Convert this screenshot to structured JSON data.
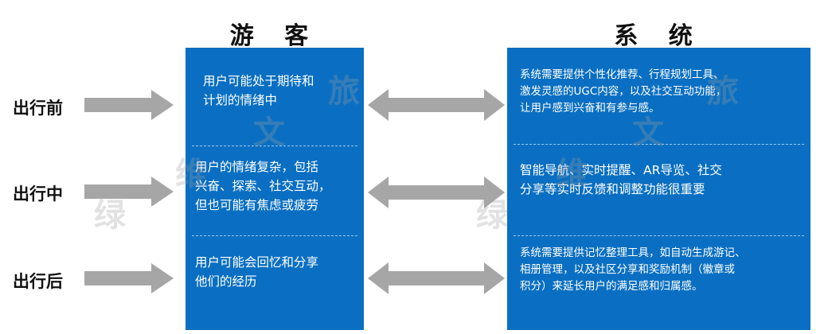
{
  "columns": {
    "tourist_title": "游 客",
    "system_title": "系 统"
  },
  "phases": [
    {
      "label": "出行前",
      "tourist": [
        "用户可能处于期待和",
        "计划的情绪中"
      ],
      "system": [
        "系统需要提供个性化推荐、行程规划工具、",
        "激发灵感的UGC内容，以及社交互动功能，",
        "让用户感到兴奋和有参与感。"
      ]
    },
    {
      "label": "出行中",
      "tourist": [
        "用户的情绪复杂，包括",
        "兴奋、探索、社交互动，",
        "但也可能有焦虑或疲劳"
      ],
      "system": [
        "智能导航、实时提醒、AR导览、社交",
        "分享等实时反馈和调整功能很重要"
      ]
    },
    {
      "label": "出行后",
      "tourist": [
        "用户可能会回忆和分享",
        "他们的经历"
      ],
      "system": [
        "系统需要提供记忆整理工具，如自动生成游记、",
        "相册管理，以及社区分享和奖励机制（徽章或",
        "积分）来延长用户的满足感和归属感。"
      ]
    }
  ],
  "watermark": {
    "chars": [
      "绿",
      "维",
      "文",
      "旅"
    ]
  },
  "colors": {
    "panel": "#0a6fc2",
    "arrow": "#a6a6a6",
    "text_on_panel": "#ffffff",
    "divider": "#9fc6ea"
  },
  "icons": {
    "phase_arrow": "right-arrow-icon",
    "link_arrow": "double-arrow-icon"
  }
}
